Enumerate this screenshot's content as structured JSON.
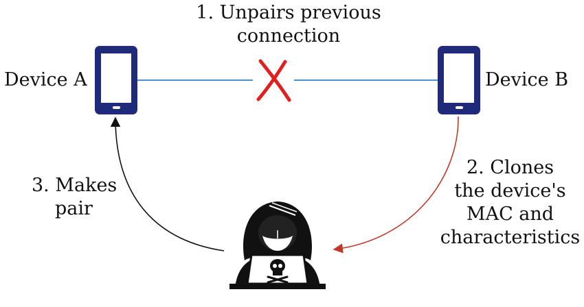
{
  "devices": {
    "a_label": "Device A",
    "b_label": "Device B"
  },
  "steps": {
    "step1": {
      "line1": "1. Unpairs previous",
      "line2": "connection"
    },
    "step2": {
      "line1": "2. Clones",
      "line2": "the device's",
      "line3": "MAC and",
      "line4": "characteristics"
    },
    "step3": {
      "line1": "3. Makes",
      "line2": "pair"
    }
  },
  "icons": {
    "phone_a": "smartphone-icon",
    "phone_b": "smartphone-icon",
    "broken_link": "x-mark-icon",
    "attacker": "hooded-hacker-icon"
  },
  "colors": {
    "phone": "#1f2a7a",
    "link": "#2f7fd6",
    "x_mark": "#e0201e",
    "clone_arrow": "#c0392b",
    "pair_arrow": "#111111",
    "hacker": "#111111"
  }
}
